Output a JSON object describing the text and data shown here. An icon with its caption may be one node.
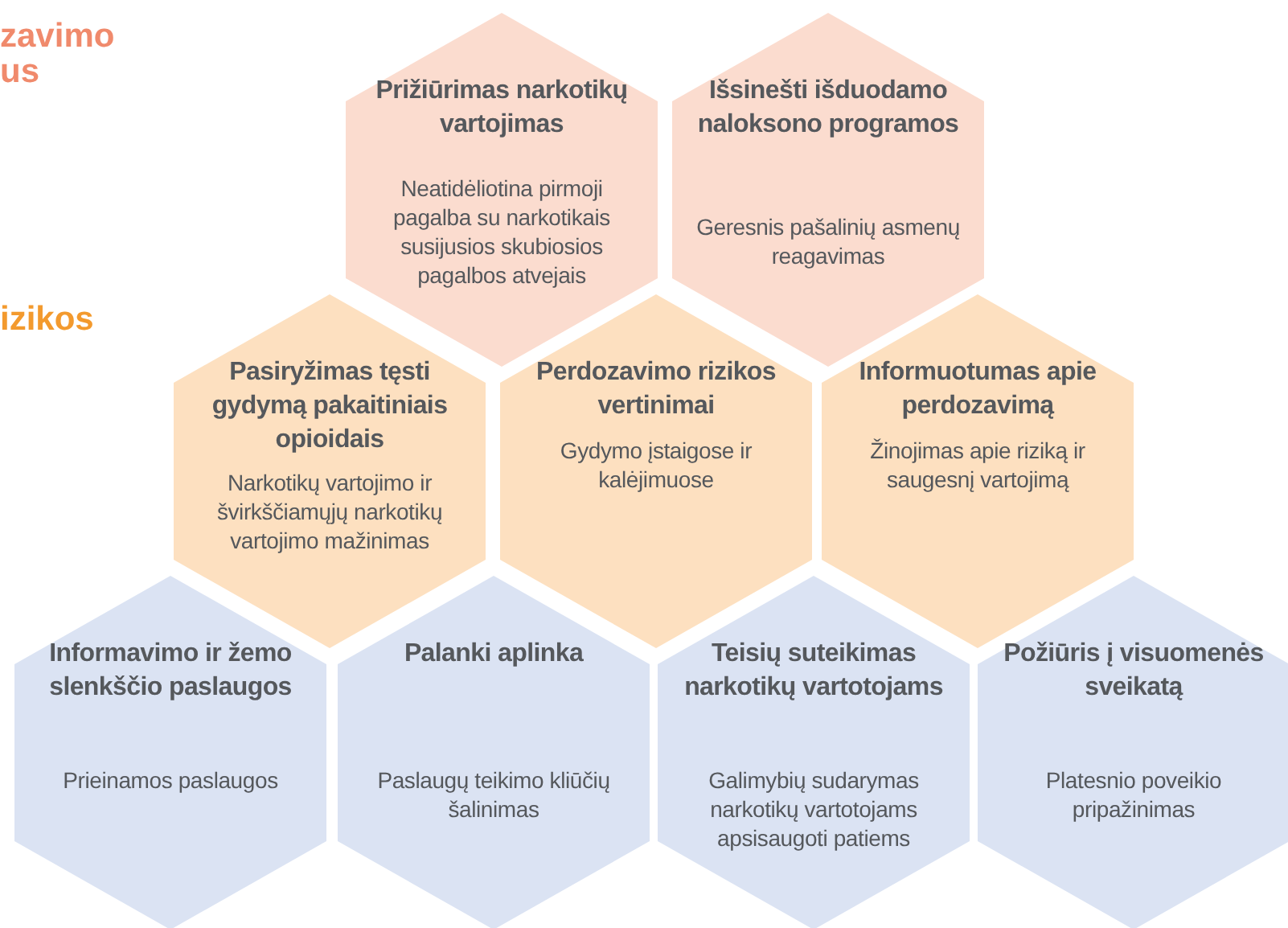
{
  "diagram": {
    "nodes": [
      {
        "text": [
          "Prižiūrimas narkotikų vartojimas",
          "Neatidėliotina pirmoji pagalba su narkotikais susijusios skubiosios pagalbos atvejais"
        ]
      },
      {
        "text": [
          "Išsinešti išduodamo naloksono programos",
          "Geresnis pašalinių asmenų reagavimas"
        ]
      },
      {
        "text": [
          "Pasiryžimas tęsti gydymą pakaitiniais opioidais",
          "Narkotikų vartojimo ir švirkščiamųjų narkotikų vartojimo mažinimas"
        ]
      },
      {
        "text": [
          "Perdozavimo rizikos vertinimai",
          "Gydymo įstaigose ir kalėjimuose"
        ]
      },
      {
        "text": [
          "Informuotumas apie perdozavimą",
          "Žinojimas apie riziką ir saugesnį vartojimą"
        ]
      },
      {
        "text": [
          "Informavimo ir žemo slenkščio paslaugos",
          "Prieinamos paslaugos"
        ]
      },
      {
        "text": [
          "Palanki aplinka",
          "Paslaugų teikimo kliūčių šalinimas"
        ]
      },
      {
        "text": [
          "Teisių suteikimas narkotikų vartotojams",
          "Galimybių sudarymas narkotikų vartotojams apsisaugoti patiems"
        ]
      },
      {
        "text": [
          "Požiūris į visuomenės sveikatą",
          "Platesnio poveikio pripažinimas"
        ]
      }
    ],
    "labels": [
      "zavimo us",
      "izikos"
    ]
  }
}
